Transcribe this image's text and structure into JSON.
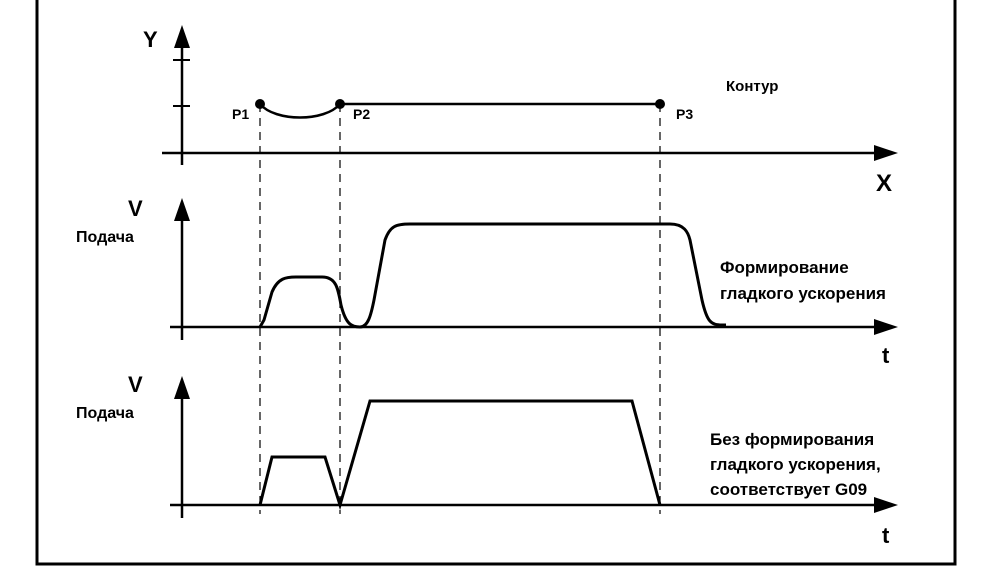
{
  "contour_panel": {
    "y_axis_label": "Y",
    "x_axis_label": "X",
    "caption": "Контур",
    "points": [
      "P1",
      "P2",
      "P3"
    ]
  },
  "smooth_panel": {
    "v_label": "V",
    "feed_label": "Подача",
    "t_label": "t",
    "caption_line1": "Формирование",
    "caption_line2": "гладкого ускорения"
  },
  "nosmooth_panel": {
    "v_label": "V",
    "feed_label": "Подача",
    "t_label": "t",
    "caption_line1": "Без формирования",
    "caption_line2": "гладкого ускорения,",
    "caption_line3": "соответствует G09"
  },
  "colors": {
    "ink": "#000000",
    "background": "#ffffff"
  }
}
